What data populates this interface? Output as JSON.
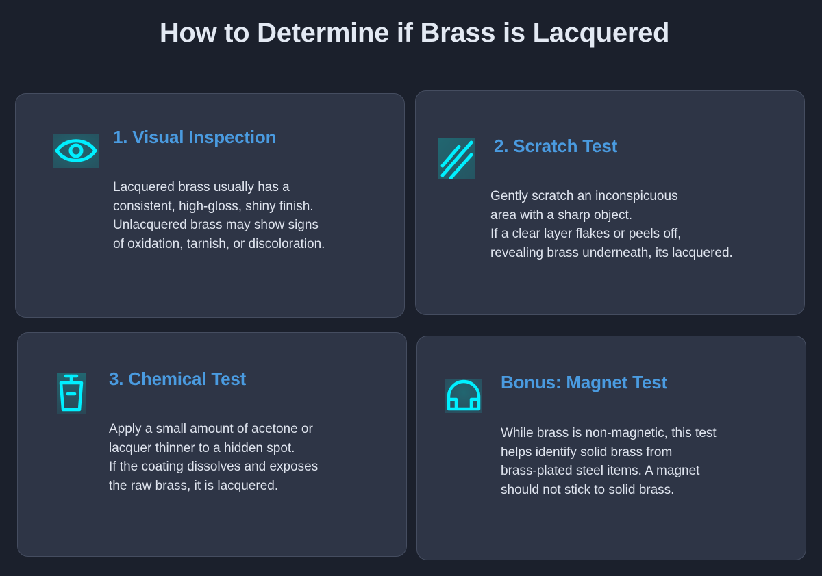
{
  "page": {
    "title": "How to Determine if Brass is Lacquered"
  },
  "colors": {
    "background": "#1b202c",
    "card": "#2e3546",
    "card_border": "#454d60",
    "title_text": "#e3e9f3",
    "heading_accent": "#4a9be0",
    "icon_accent": "#00f0ff",
    "body_text": "#dfe4ee"
  },
  "cards": [
    {
      "icon": "eye-icon",
      "title": "1. Visual Inspection",
      "body": "Lacquered brass usually has a\nconsistent, high-gloss, shiny finish.\nUnlacquered brass may show signs\nof oxidation, tarnish, or discoloration."
    },
    {
      "icon": "scratch-lines-icon",
      "title": "2. Scratch Test",
      "body": "Gently scratch an inconspicuous\narea with a sharp object.\nIf a clear layer flakes or peels off,\nrevealing brass underneath, its lacquered."
    },
    {
      "icon": "solvent-bottle-icon",
      "title": "3. Chemical Test",
      "body": "Apply a small amount of acetone or\nlacquer thinner to a hidden spot.\nIf the coating dissolves and exposes\nthe raw brass, it is lacquered."
    },
    {
      "icon": "magnet-icon",
      "title": "Bonus: Magnet Test",
      "body": "While brass is non-magnetic, this test\nhelps identify solid brass from\nbrass-plated steel items. A magnet\nshould not stick to solid brass."
    }
  ]
}
